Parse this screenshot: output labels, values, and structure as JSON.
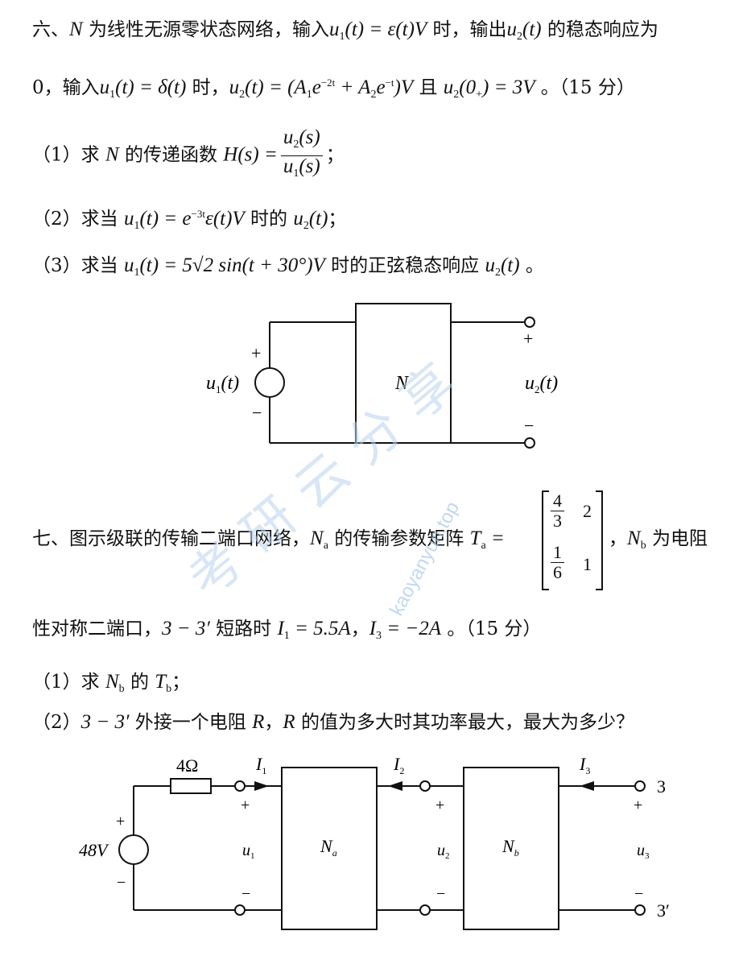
{
  "q6": {
    "line1_prefix": "六、",
    "line1_N": "N",
    "line1_text_a": " 为线性无源零状态网络，输入",
    "line1_expr_a": "u",
    "line1_sub1": "1",
    "line1_expr_b": "(t) = ε(t)V",
    "line1_text_b": " 时，输出",
    "line1_expr_c": "u",
    "line1_sub2": "2",
    "line1_expr_d": "(t)",
    "line1_text_c": " 的稳态响应为",
    "line2_text_a": "0，输入",
    "line2_expr_a": "u",
    "line2_sub1": "1",
    "line2_expr_b": "(t) = δ(t)",
    "line2_text_b": " 时，",
    "line2_expr_c": "u",
    "line2_sub2": "2",
    "line2_expr_d": "(t) = (A",
    "line2_sub3": "1",
    "line2_expr_e": "e",
    "line2_sup1": "−2t",
    "line2_expr_f": " + A",
    "line2_sub4": "2",
    "line2_expr_g": "e",
    "line2_sup2": "−t",
    "line2_expr_h": ")V",
    "line2_text_c": " 且 ",
    "line2_expr_i": "u",
    "line2_sub5": "2",
    "line2_expr_j": "(0",
    "line2_sub6": "+",
    "line2_expr_k": ") = 3V",
    "line2_text_d": " 。（15 分）",
    "p1_text_a": "（1）求 ",
    "p1_N": "N",
    "p1_text_b": " 的传递函数 ",
    "p1_expr": "H(s) =",
    "p1_num": "u",
    "p1_num_sub": "2",
    "p1_num_tail": "(s)",
    "p1_den": "u",
    "p1_den_sub": "1",
    "p1_den_tail": "(s)",
    "p1_end": "；",
    "p2_text_a": "（2）求当 ",
    "p2_expr_a": "u",
    "p2_sub1": "1",
    "p2_expr_b": "(t) = e",
    "p2_sup": "−3t",
    "p2_expr_c": "ε(t)V",
    "p2_text_b": " 时的 ",
    "p2_expr_d": "u",
    "p2_sub2": "2",
    "p2_expr_e": "(t)",
    "p2_end": "；",
    "p3_text_a": "（3）求当 ",
    "p3_expr_a": "u",
    "p3_sub1": "1",
    "p3_expr_b": "(t) = 5√2 sin(t + 30°)V",
    "p3_text_b": " 时的正弦稳态响应 ",
    "p3_expr_c": "u",
    "p3_sub2": "2",
    "p3_expr_d": "(t)",
    "p3_end": " 。",
    "circuit": {
      "source_label": "u",
      "source_sub": "1",
      "source_tail": "(t)",
      "plus": "+",
      "minus": "−",
      "box_label": "N",
      "out_label": "u",
      "out_sub": "2",
      "out_tail": "(t)"
    }
  },
  "q7": {
    "line1_text_a": "七、图示级联的传输二端口网络，",
    "line1_Na": "N",
    "line1_Na_sub": "a",
    "line1_text_b": " 的传输参数矩阵 ",
    "line1_T": "T",
    "line1_T_sub": "a",
    "line1_eq": " =",
    "matrix": {
      "a11_num": "4",
      "a11_den": "3",
      "a12": "2",
      "a21_num": "1",
      "a21_den": "6",
      "a22": "1"
    },
    "line1_text_c": "，",
    "line1_Nb": "N",
    "line1_Nb_sub": "b",
    "line1_text_d": " 为电阻",
    "line2_text_a": "性对称二端口，",
    "line2_expr_a": "3 − 3′",
    "line2_text_b": " 短路时 ",
    "line2_expr_b": "I",
    "line2_sub1": "1",
    "line2_expr_c": " = 5.5A",
    "line2_text_c": "，",
    "line2_expr_d": "I",
    "line2_sub2": "3",
    "line2_expr_e": " = −2A",
    "line2_text_d": " 。（15 分）",
    "p1_text_a": "（1）求 ",
    "p1_N": "N",
    "p1_N_sub": "b",
    "p1_text_b": " 的 ",
    "p1_T": "T",
    "p1_T_sub": "b",
    "p1_end": "；",
    "p2_text_a": "（2）",
    "p2_expr_a": "3 − 3′",
    "p2_text_b": " 外接一个电阻 ",
    "p2_R1": "R",
    "p2_text_c": "，",
    "p2_R2": "R",
    "p2_text_d": " 的值为多大时其功率最大，最大为多少？",
    "circuit": {
      "resistor": "4Ω",
      "source": "48V",
      "I1": "I",
      "I1_sub": "1",
      "I2": "I",
      "I2_sub": "2",
      "I3": "I",
      "I3_sub": "3",
      "u1": "u",
      "u1_sub": "1",
      "u2": "u",
      "u2_sub": "2",
      "u3": "u",
      "u3_sub": "3",
      "Na": "N",
      "Na_sub": "a",
      "Nb": "N",
      "Nb_sub": "b",
      "port3": "3",
      "port3p": "3′",
      "plus": "+",
      "minus": "−"
    }
  },
  "watermark": {
    "chinese": "考研云分享",
    "url": "kaoyanyun.top"
  }
}
